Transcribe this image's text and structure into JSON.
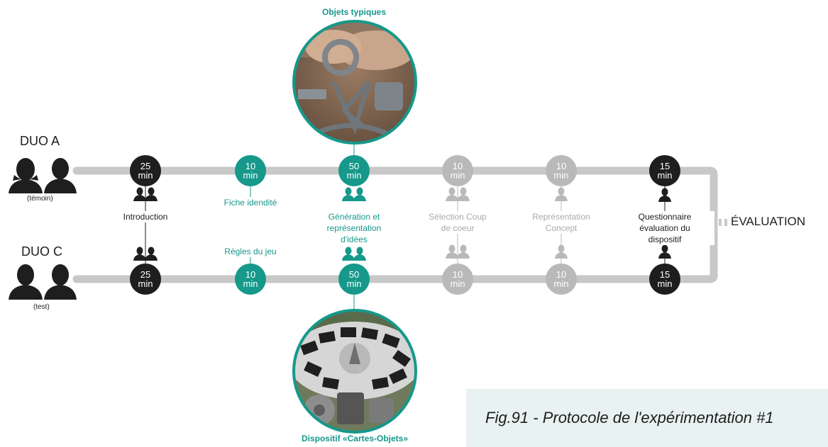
{
  "duo_a": {
    "label": "DUO A",
    "sublabel": "(témoin)"
  },
  "duo_c": {
    "label": "DUO C",
    "sublabel": "(test)"
  },
  "photos": {
    "top_title": "Objets typiques",
    "bottom_title": "Dispositif «Cartes-Objets»"
  },
  "stages": [
    {
      "minutes": "25",
      "unit": "min",
      "color": "#1e1e1e",
      "label_a": [
        "Introduction"
      ],
      "label_c": []
    },
    {
      "minutes": "10",
      "unit": "min",
      "color": "#16988a",
      "label_a": [
        "Fiche idendité"
      ],
      "label_c": [
        "Règles du jeu"
      ]
    },
    {
      "minutes": "50",
      "unit": "min",
      "color": "#16988a",
      "label_a": [
        "Génération et",
        "représentation",
        "d'idées"
      ],
      "label_c": []
    },
    {
      "minutes": "10",
      "unit": "min",
      "color": "#b9b9b9",
      "label_a": [
        "Sélection Coup",
        "de coeur"
      ],
      "label_c": []
    },
    {
      "minutes": "10",
      "unit": "min",
      "color": "#b9b9b9",
      "label_a": [
        "Représentation",
        "Concept"
      ],
      "label_c": []
    },
    {
      "minutes": "15",
      "unit": "min",
      "color": "#1e1e1e",
      "label_a": [
        "Questionnaire",
        "évaluation du",
        "dispositif"
      ],
      "label_c": []
    }
  ],
  "evaluation": "ÉVALUATION",
  "caption": "Fig.91 - Protocole de l'expérimentation #1",
  "colors": {
    "track": "#c8c8c8",
    "teal": "#16988a",
    "dark": "#1e1e1e",
    "gray": "#b9b9b9",
    "caption_bg": "#e8f2f1"
  }
}
